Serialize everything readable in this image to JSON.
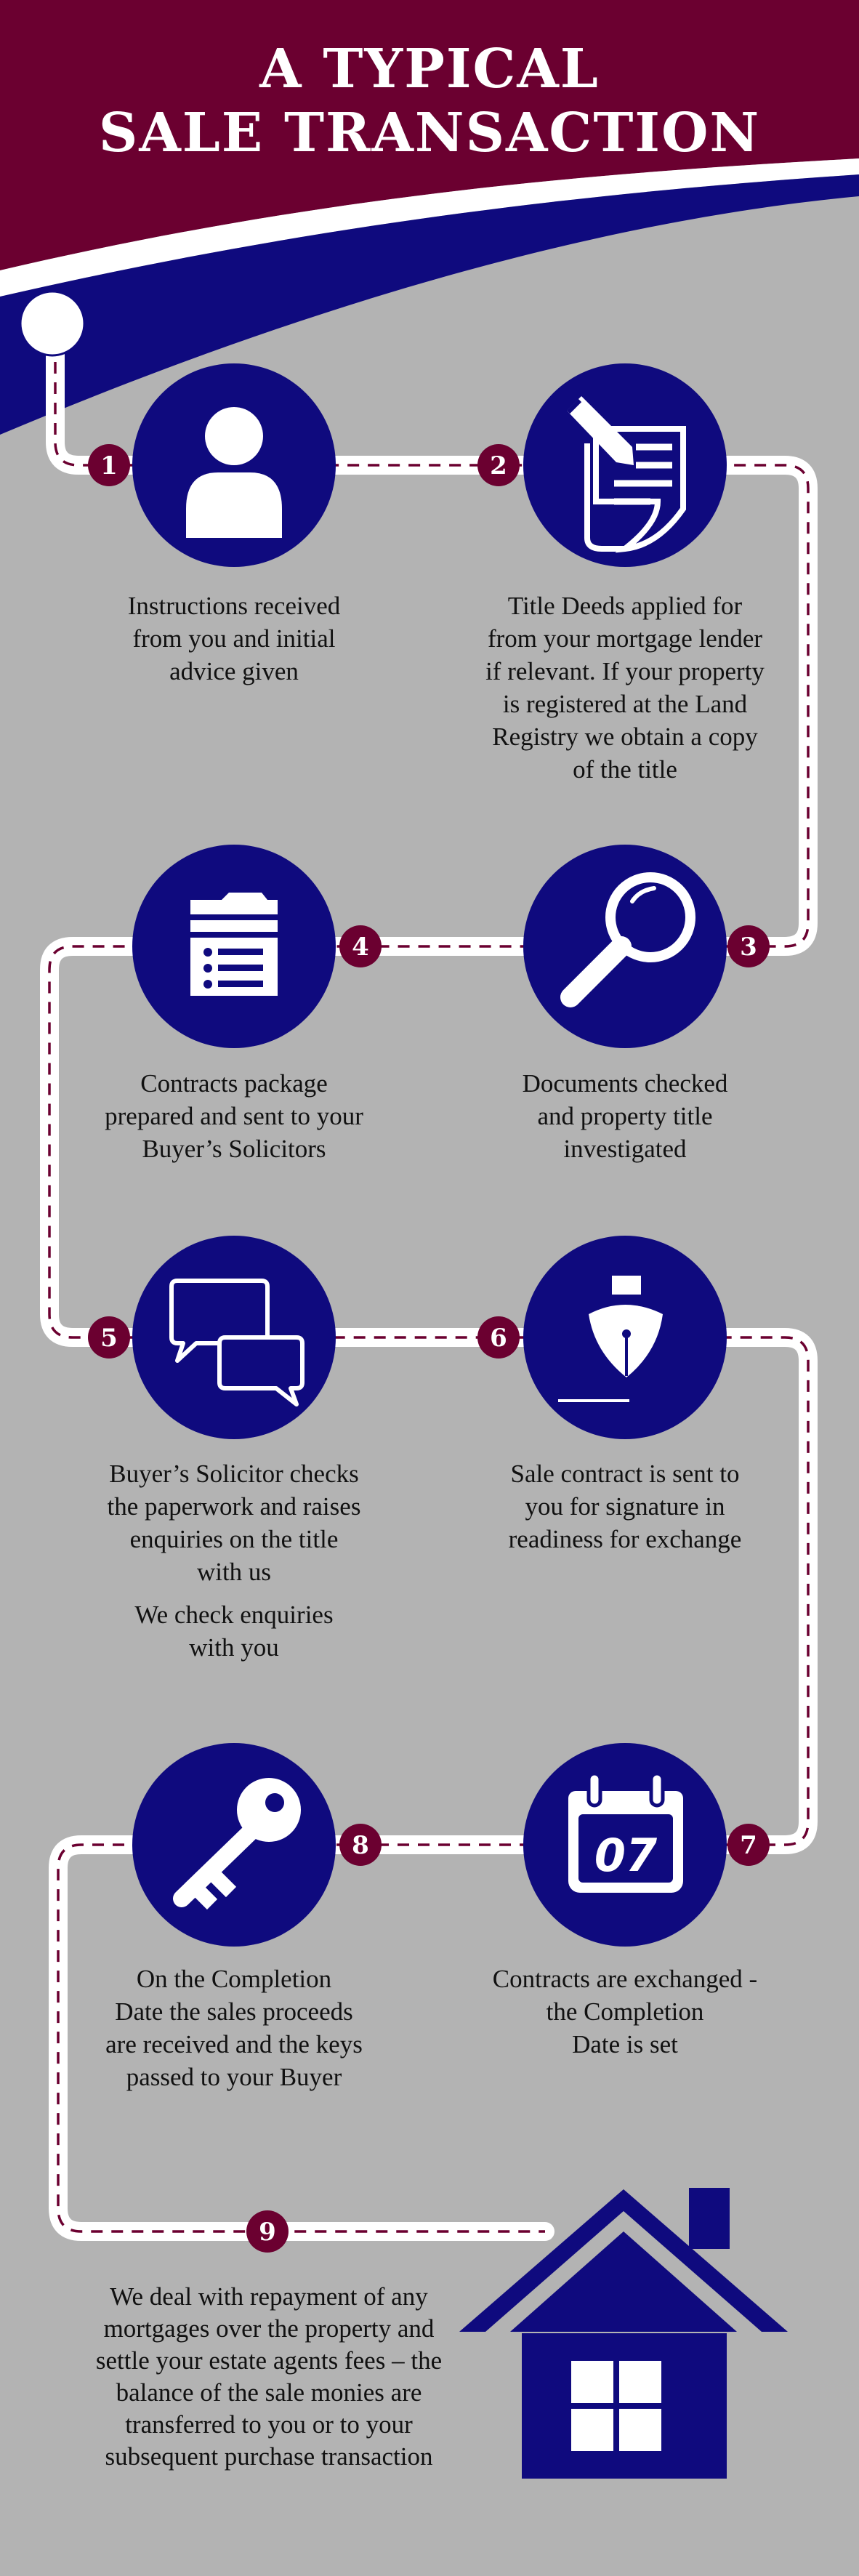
{
  "title": {
    "line1": "A TYPICAL",
    "line2": "SALE TRANSACTION"
  },
  "colors": {
    "maroon": "#6b0030",
    "navy": "#0f0a7e",
    "background": "#b3b3b3",
    "path": "#ffffff"
  },
  "steps": [
    {
      "number": "1",
      "icon": "person-icon",
      "lines": [
        "Instructions received",
        "from you and initial",
        "advice given"
      ]
    },
    {
      "number": "2",
      "icon": "document-pen-icon",
      "lines": [
        "Title Deeds applied for",
        "from your mortgage lender",
        "if relevant. If your property",
        "is registered at the Land",
        "Registry we obtain a copy",
        "of the title"
      ]
    },
    {
      "number": "3",
      "icon": "magnifier-icon",
      "lines": [
        "Documents checked",
        "and property title",
        "investigated"
      ]
    },
    {
      "number": "4",
      "icon": "folder-icon",
      "lines": [
        "Contracts package",
        "prepared and sent to your",
        "Buyer’s Solicitors"
      ]
    },
    {
      "number": "5",
      "icon": "speech-bubbles-icon",
      "lines": [
        "Buyer’s Solicitor checks",
        "the paperwork and raises",
        "enquiries on the title",
        "with us"
      ],
      "extra_lines": [
        "We check enquiries",
        "with you"
      ]
    },
    {
      "number": "6",
      "icon": "fountain-pen-icon",
      "lines": [
        "Sale contract is sent to",
        "you for signature in",
        "readiness for exchange"
      ]
    },
    {
      "number": "7",
      "icon": "calendar-icon",
      "calendar_day": "07",
      "lines": [
        "Contracts are exchanged -",
        "the Completion",
        "Date is set"
      ]
    },
    {
      "number": "8",
      "icon": "key-icon",
      "lines": [
        "On the Completion",
        "Date the sales proceeds",
        "are received and the keys",
        "passed to your Buyer"
      ]
    },
    {
      "number": "9",
      "icon": "house-icon",
      "lines": [
        "We deal with repayment of any",
        "mortgages over the property and",
        "settle your estate agents fees – the",
        "balance of the sale monies are",
        "transferred to you or to your",
        "subsequent purchase transaction"
      ]
    }
  ]
}
